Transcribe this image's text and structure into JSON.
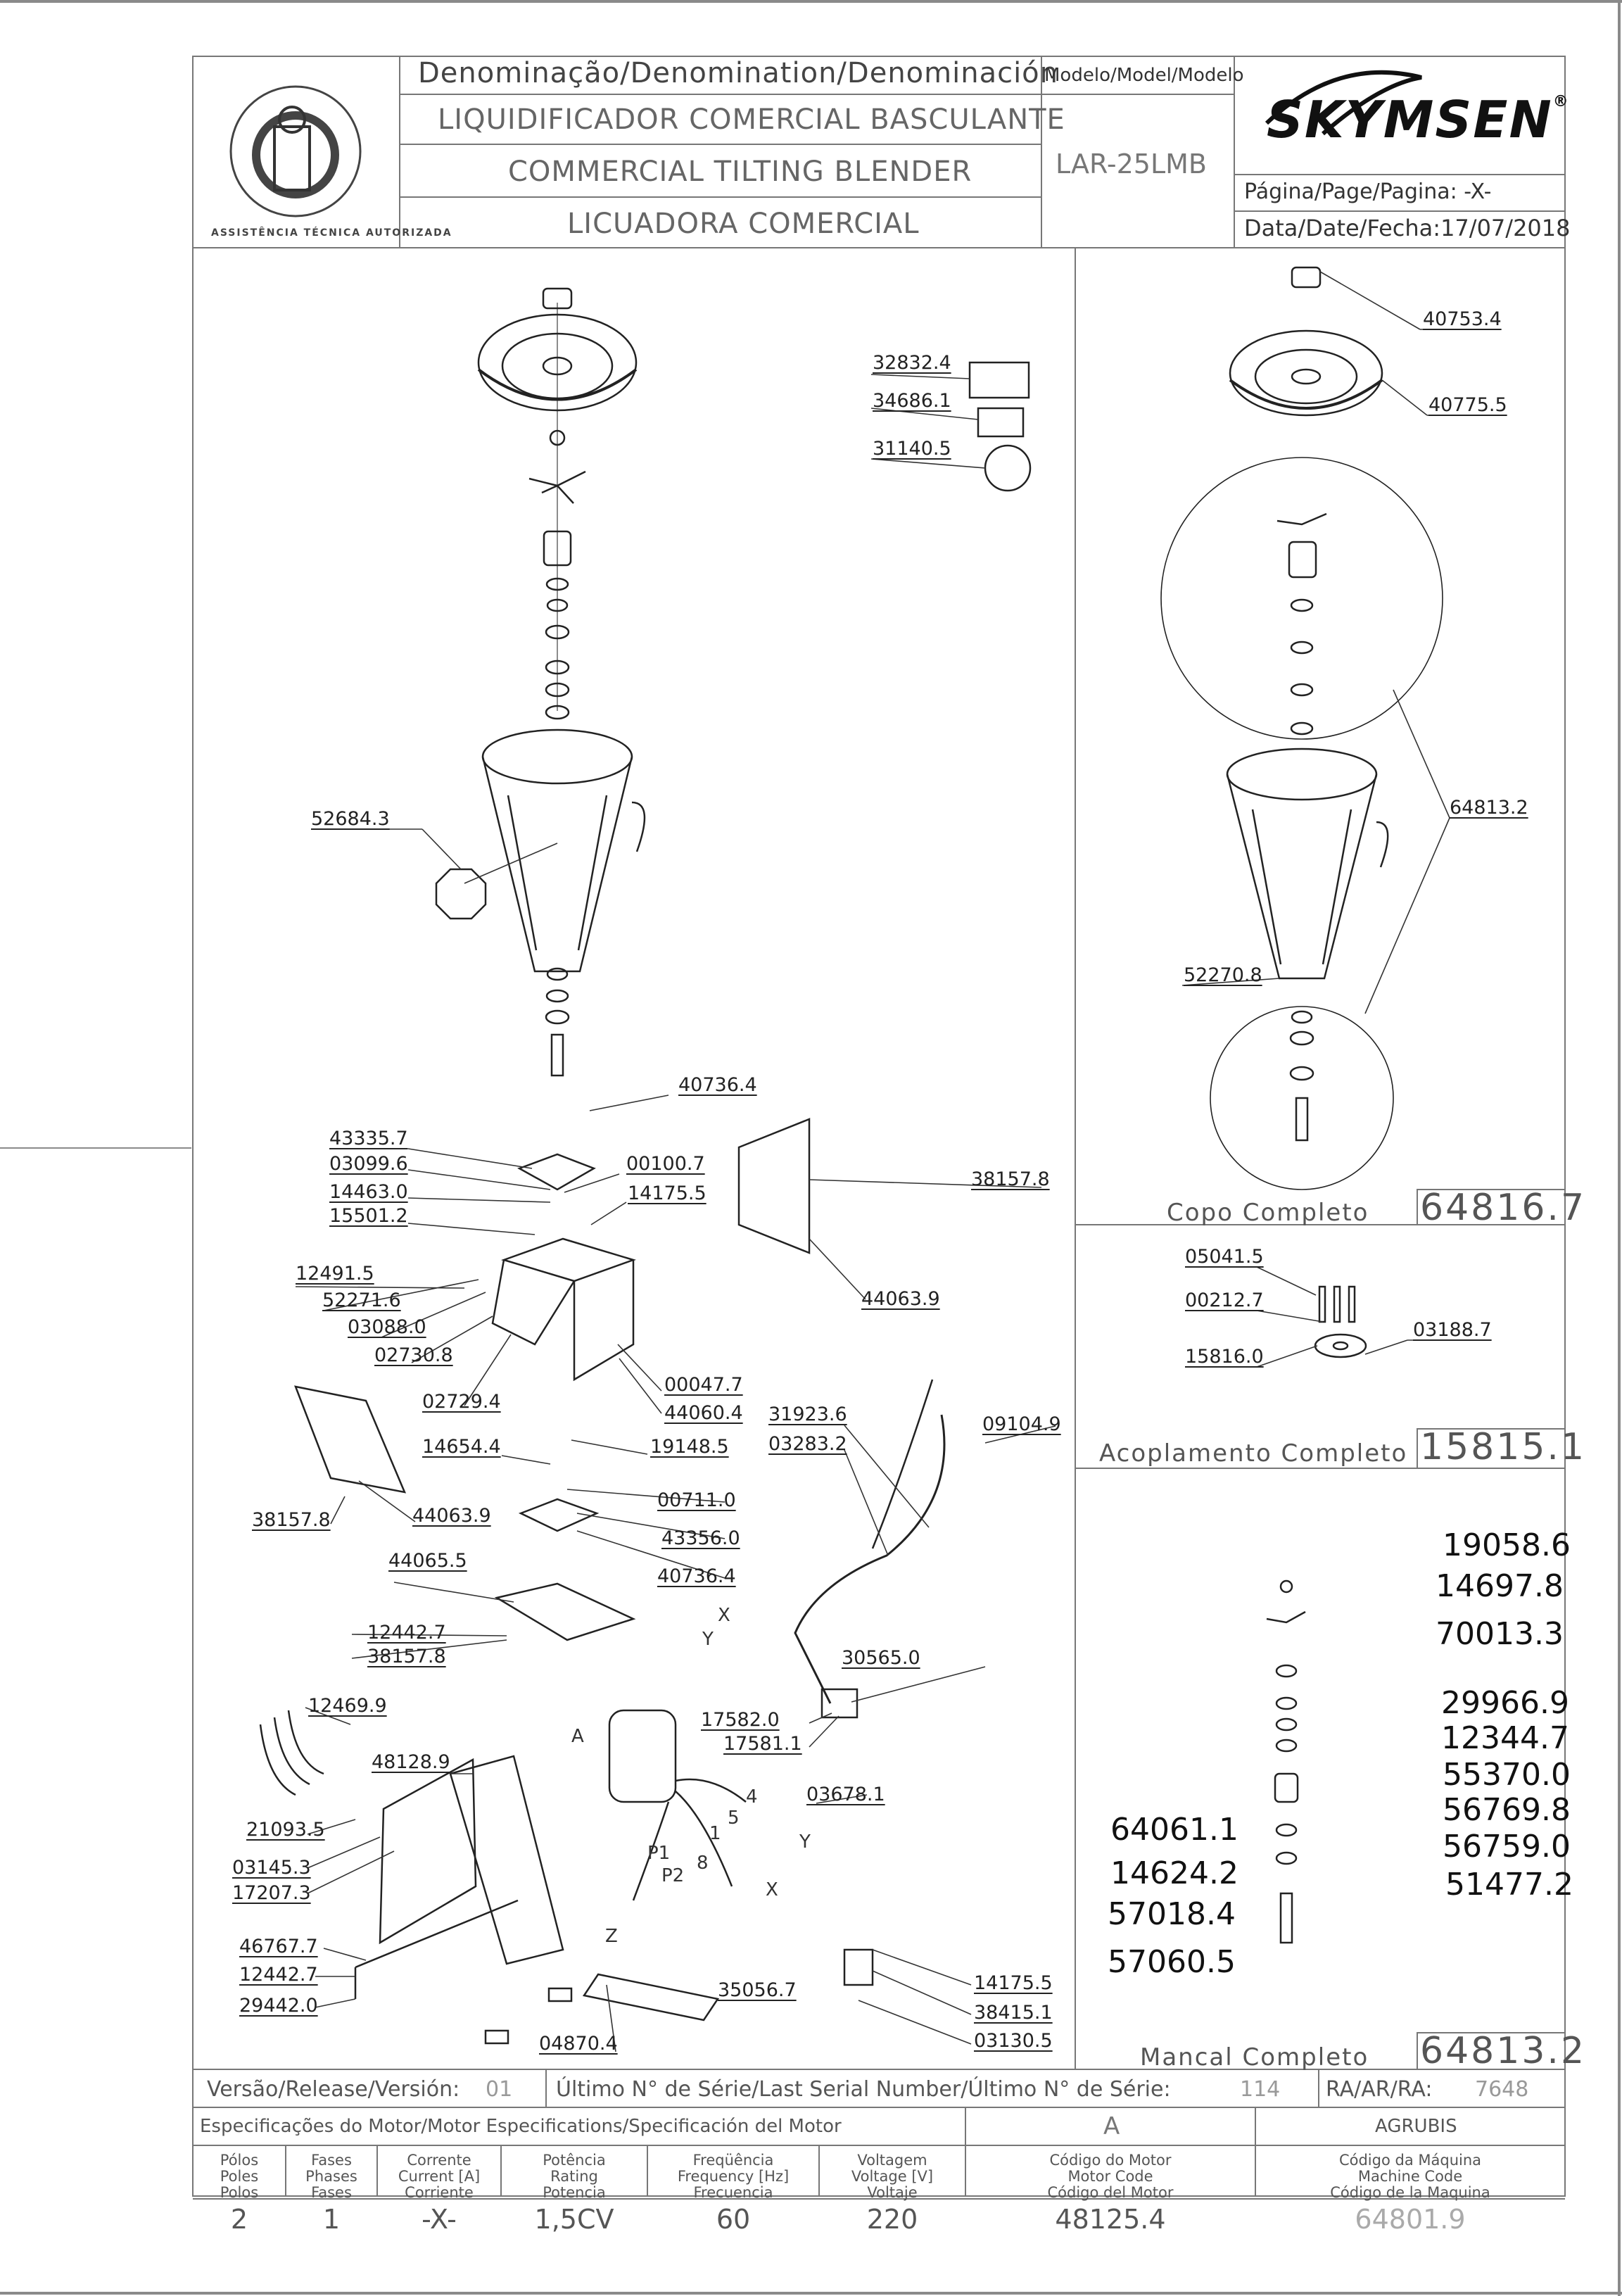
{
  "header": {
    "denomination_label": "Denominação/Denomination/Denominación",
    "name_pt": "LIQUIDIFICADOR COMERCIAL BASCULANTE",
    "name_en": "COMMERCIAL TILTING BLENDER",
    "name_es": "LICUADORA COMERCIAL",
    "model_label": "Modelo/Model/Modelo",
    "model_value": "LAR-25LMB",
    "brand": "SKYMSEN",
    "brand_mark": "®",
    "page_label": "Página/Page/Pagina: -X-",
    "date_label": "Data/Date/Fecha:17/07/2018",
    "seal_text": "ASSISTÊNCIA TÉCNICA AUTORIZADA"
  },
  "main_parts": [
    "32832.4",
    "34686.1",
    "31140.5",
    "52684.3",
    "40736.4",
    "43335.7",
    "03099.6",
    "00100.7",
    "14463.0",
    "14175.5",
    "15501.2",
    "12491.5",
    "52271.6",
    "03088.0",
    "02730.8",
    "00047.7",
    "02729.4",
    "44060.4",
    "14654.4",
    "19148.5",
    "00711.0",
    "43356.0",
    "40736.4",
    "44065.5",
    "12442.7",
    "38157.8",
    "38157.8",
    "44063.9",
    "38157.8",
    "44063.9",
    "31923.6",
    "03283.2",
    "09104.9",
    "30565.0",
    "17582.0",
    "17581.1",
    "12469.9",
    "48128.9",
    "21093.5",
    "03145.3",
    "17207.3",
    "46767.7",
    "12442.7",
    "29442.0",
    "04870.4",
    "35056.7",
    "03678.1",
    "14175.5",
    "38415.1",
    "03130.5"
  ],
  "wire_labels": [
    "X",
    "Y",
    "A",
    "4",
    "5",
    "Y",
    "1",
    "8",
    "X",
    "P1",
    "P2",
    "Z"
  ],
  "copo": {
    "title": "Copo Completo",
    "code": "64816.7",
    "parts": [
      "40753.4",
      "40775.5",
      "64813.2",
      "52270.8"
    ]
  },
  "acoplamento": {
    "title": "Acoplamento Completo",
    "code": "15815.1",
    "parts": [
      "05041.5",
      "00212.7",
      "03188.7",
      "15816.0"
    ]
  },
  "mancal": {
    "title": "Mancal Completo",
    "code": "64813.2",
    "parts_right": [
      "19058.6",
      "14697.8",
      "70013.3",
      "29966.9",
      "12344.7",
      "55370.0",
      "56769.8",
      "56759.0",
      "51477.2"
    ],
    "parts_left": [
      "64061.1",
      "14624.2",
      "57018.4",
      "57060.5"
    ]
  },
  "footer": {
    "version_label": "Versão/Release/Versión:",
    "version_value": "01",
    "serial_label": "Último N° de Série/Last Serial Number/Último N° de Série:",
    "serial_value": "114",
    "ra_label": "RA/AR/RA:",
    "ra_value": "7648",
    "motor_spec_label": "Especificações do Motor/Motor Especifications/Specificación del Motor",
    "motor_letter": "A",
    "agrubis": "AGRUBIS",
    "columns": [
      {
        "h": [
          "Pólos",
          "Poles",
          "Polos"
        ],
        "v": "2"
      },
      {
        "h": [
          "Fases",
          "Phases",
          "Fases"
        ],
        "v": "1"
      },
      {
        "h": [
          "Corrente",
          "Current [A]",
          "Corriente"
        ],
        "v": "-X-"
      },
      {
        "h": [
          "Potência",
          "Rating",
          "Potencia"
        ],
        "v": "1,5CV"
      },
      {
        "h": [
          "Freqüência",
          "Frequency [Hz]",
          "Frecuencia"
        ],
        "v": "60"
      },
      {
        "h": [
          "Voltagem",
          "Voltage [V]",
          "Voltaje"
        ],
        "v": "220"
      },
      {
        "h": [
          "Código do Motor",
          "Motor Code",
          "Código del Motor"
        ],
        "v": "48125.4"
      },
      {
        "h": [
          "Código da Máquina",
          "Machine Code",
          "Código de la Maquina"
        ],
        "v": "64801.9"
      }
    ]
  }
}
